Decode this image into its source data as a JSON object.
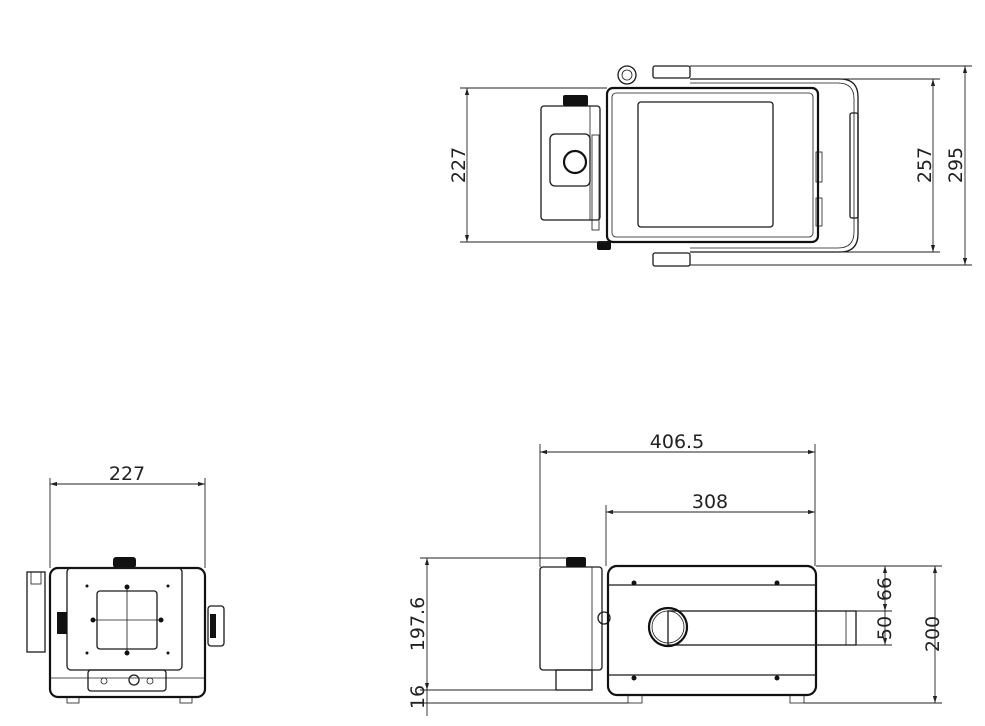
{
  "views": {
    "top": {
      "dims": {
        "width_inner": "227",
        "depth_body": "257",
        "depth_total": "295"
      }
    },
    "side": {
      "dims": {
        "length_total": "406.5",
        "length_body": "308",
        "height_head": "197.6",
        "foot": "16",
        "top_to_handle": "66",
        "handle": "50",
        "height_total": "200"
      }
    },
    "front": {
      "dims": {
        "width": "227"
      }
    }
  },
  "colors": {
    "line": "#1a1a1a",
    "background": "#ffffff"
  }
}
